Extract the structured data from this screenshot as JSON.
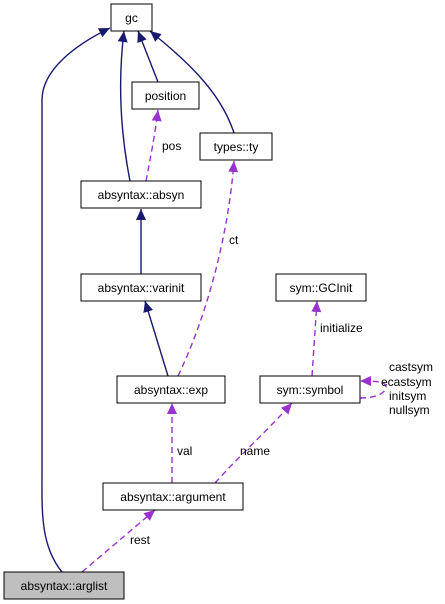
{
  "colors": {
    "inheritance_edge": "#191970",
    "member_edge": "#9a32cd",
    "node_fill": "#ffffff",
    "highlight_fill": "#bfbfbf",
    "node_border": "#000000"
  },
  "nodes": {
    "gc": "gc",
    "position": "position",
    "types_ty": "types::ty",
    "absyn": "absyntax::absyn",
    "varinit": "absyntax::varinit",
    "gcinit": "sym::GCInit",
    "exp": "absyntax::exp",
    "symbol": "sym::symbol",
    "argument": "absyntax::argument",
    "arglist": "absyntax::arglist"
  },
  "edge_labels": {
    "pos": "pos",
    "ct": "ct",
    "initialize": "initialize",
    "val": "val",
    "name": "name",
    "rest": "rest",
    "self_refs": [
      "castsym",
      "ecastsym",
      "initsym",
      "nullsym"
    ]
  }
}
